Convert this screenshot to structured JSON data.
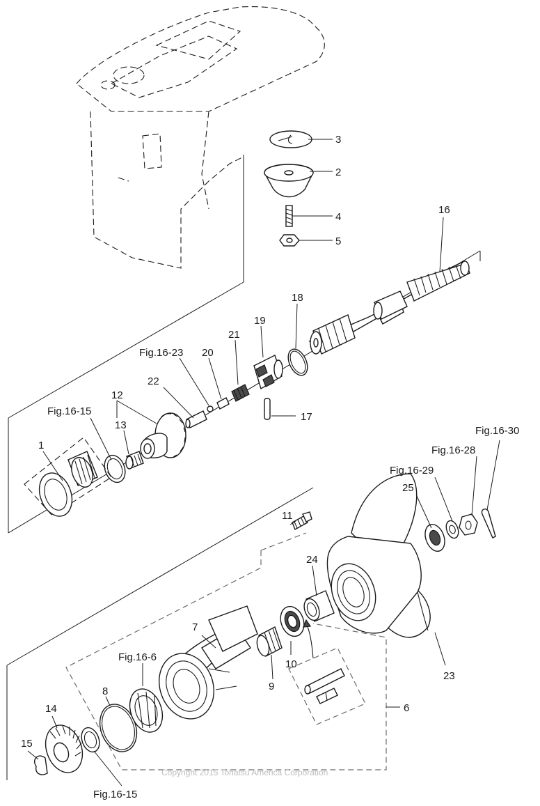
{
  "copyright": "Copyright 2015 Tohatsu America Corporation",
  "callouts": {
    "p1": "1",
    "p2": "2",
    "p3": "3",
    "p4": "4",
    "p5": "5",
    "p6": "6",
    "p7": "7",
    "p8": "8",
    "p9": "9",
    "p10": "10",
    "p11": "11",
    "p12": "12",
    "p13": "13",
    "p14": "14",
    "p15": "15",
    "p16": "16",
    "p17": "17",
    "p18": "18",
    "p19": "19",
    "p20": "20",
    "p21": "21",
    "p22": "22",
    "p23": "23",
    "p24": "24",
    "p25": "25",
    "fig_16_23": "Fig.16-23",
    "fig_16_15_upper": "Fig.16-15",
    "fig_16_15_lower": "Fig.16-15",
    "fig_16_6": "Fig.16-6",
    "fig_16_29": "Fig.16-29",
    "fig_16_28": "Fig.16-28",
    "fig_16_30": "Fig.16-30"
  },
  "icons": {
    "housing": "gearcase-housing-outline",
    "propeller": "propeller-icon",
    "arrow": "assembly-arrow-icon"
  },
  "colors": {
    "line": "#1a1a1a",
    "fill_dark": "#4a4a4a",
    "copyright": "#bdbdbd"
  }
}
